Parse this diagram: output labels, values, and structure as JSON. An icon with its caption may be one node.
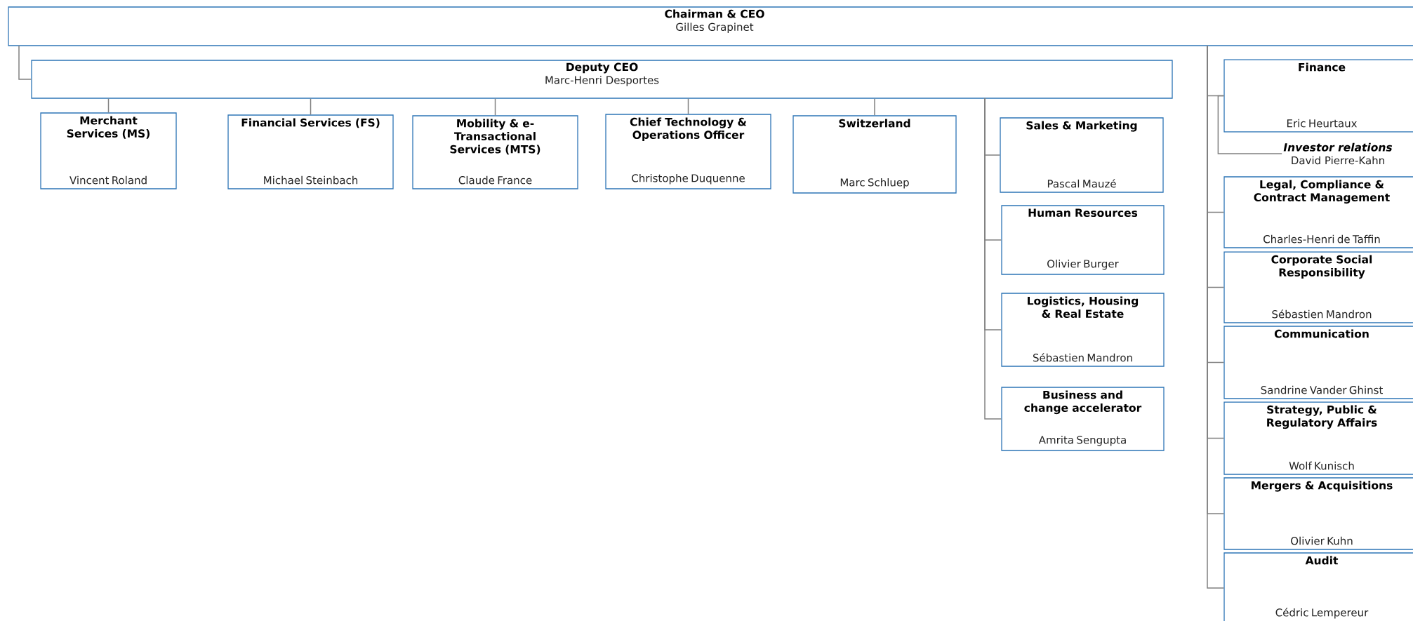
{
  "diagram": {
    "nodes": [
      {
        "text": [
          "Chairman & CEO",
          "Gilles Grapinet"
        ]
      },
      {
        "text": [
          "Deputy CEO",
          "Marc-Henri Desportes"
        ]
      },
      {
        "text": [
          "Merchant Services (MS)",
          "Vincent Roland"
        ]
      },
      {
        "text": [
          "Financial Services (FS)",
          "Michael  Steinbach"
        ]
      },
      {
        "text": [
          "Mobility & e-Transactional Services (MTS)",
          "Claude France"
        ]
      },
      {
        "text": [
          "Chief Technology & Operations Officer",
          "Christophe Duquenne"
        ]
      },
      {
        "text": [
          "Switzerland",
          "Marc Schluep"
        ]
      },
      {
        "text": [
          "Sales & Marketing",
          "Pascal Mauzé"
        ]
      },
      {
        "text": [
          "Human Resources",
          "Olivier  Burger"
        ]
      },
      {
        "text": [
          "Logistics, Housing & Real Estate",
          "Sébastien Mandron"
        ]
      },
      {
        "text": [
          "Business and change accelerator",
          "Amrita Sengupta"
        ]
      },
      {
        "text": [
          "Finance",
          "Eric Heurtaux"
        ]
      },
      {
        "text": [
          "Investor relations",
          "David Pierre-Kahn"
        ]
      },
      {
        "text": [
          "Legal, Compliance & Contract Management",
          "Charles-Henri de Taffin"
        ]
      },
      {
        "text": [
          "Corporate Social Responsibility",
          "Sébastien Mandron"
        ]
      },
      {
        "text": [
          "Communication",
          "Sandrine Vander Ghinst"
        ]
      },
      {
        "text": [
          "Strategy, Public & Regulatory Affairs",
          "Wolf Kunisch"
        ]
      },
      {
        "text": [
          "Mergers & Acquisitions",
          "Olivier  Kuhn"
        ]
      },
      {
        "text": [
          "Audit",
          "Cédric Lempereur"
        ]
      }
    ],
    "edges": [
      {
        "from": 0,
        "to": 1,
        "arrow": "none"
      },
      {
        "from": 1,
        "to": 2,
        "arrow": "none"
      },
      {
        "from": 1,
        "to": 3,
        "arrow": "none"
      },
      {
        "from": 1,
        "to": 4,
        "arrow": "none"
      },
      {
        "from": 1,
        "to": 5,
        "arrow": "none"
      },
      {
        "from": 1,
        "to": 6,
        "arrow": "none"
      },
      {
        "from": 1,
        "to": 7,
        "arrow": "none"
      },
      {
        "from": 1,
        "to": 8,
        "arrow": "none"
      },
      {
        "from": 1,
        "to": 9,
        "arrow": "none"
      },
      {
        "from": 1,
        "to": 10,
        "arrow": "none"
      },
      {
        "from": 0,
        "to": 11,
        "arrow": "none"
      },
      {
        "from": 11,
        "to": 12,
        "arrow": "none"
      },
      {
        "from": 0,
        "to": 13,
        "arrow": "none"
      },
      {
        "from": 0,
        "to": 14,
        "arrow": "none"
      },
      {
        "from": 0,
        "to": 15,
        "arrow": "none"
      },
      {
        "from": 0,
        "to": 16,
        "arrow": "none"
      },
      {
        "from": 0,
        "to": 17,
        "arrow": "none"
      },
      {
        "from": 0,
        "to": 18,
        "arrow": "none"
      }
    ]
  }
}
